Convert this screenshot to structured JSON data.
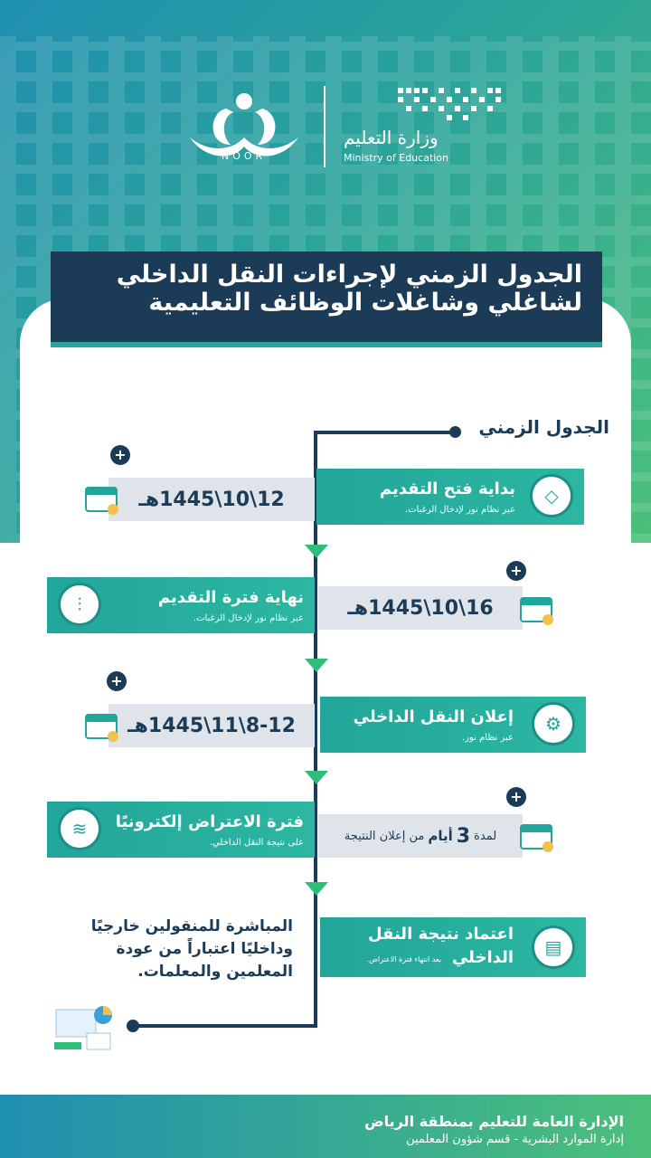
{
  "header": {
    "noor_label": "NOOR",
    "ministry_ar": "وزارة التعليم",
    "ministry_en": "Ministry of Education"
  },
  "title": {
    "line1": "الجدول الزمني لإجراءات النقل الداخلي",
    "line2": "لشاغلي وشاغلات الوظائف التعليمية"
  },
  "timeline": {
    "heading": "الجدول الزمني",
    "steps": [
      {
        "title": "بداية فتح التقديم",
        "desc": "عبر نظام نور لإدخال الرغبات.",
        "date": "12\\10\\1445هـ",
        "icon": "diamond-icon"
      },
      {
        "title": "نهاية فترة التقديم",
        "desc": "عبر نظام نور لإدخال الرغبات.",
        "date": "16\\10\\1445هـ",
        "icon": "sliders-icon"
      },
      {
        "title": "إعلان النقل الداخلي",
        "desc": "عبر نظام نور.",
        "date": "8-12\\11\\1445هـ",
        "icon": "gear-icon"
      },
      {
        "title": "فترة الاعتراض إلكترونيًا",
        "desc": "على نتيجة النقل الداخلي.",
        "date_prefix": "لمدة",
        "date_number": "3",
        "date_unit": "أيام",
        "date_suffix": "من إعلان النتيجة",
        "icon": "database-icon"
      },
      {
        "title_l1": "اعتماد نتيجة النقل",
        "title_l2": "الداخلي",
        "desc": "بعد انتهاء فترة الاعتراض.",
        "icon": "clipboard-icon"
      }
    ],
    "final_note": "المباشرة للمنقولين خارجيًا وداخليًا اعتباراً من عودة المعلمين والمعلمات.",
    "plus_symbol": "+"
  },
  "footer": {
    "line1": "الإدارة العامة للتعليم بمنطقة الرياض",
    "line2": "إدارة الموارد البشرية - قسم شؤون المعلمين"
  },
  "colors": {
    "navy": "#1c3b57",
    "teal": "#22a59a",
    "green": "#2fbd7a",
    "grey": "#dfe3ea"
  }
}
